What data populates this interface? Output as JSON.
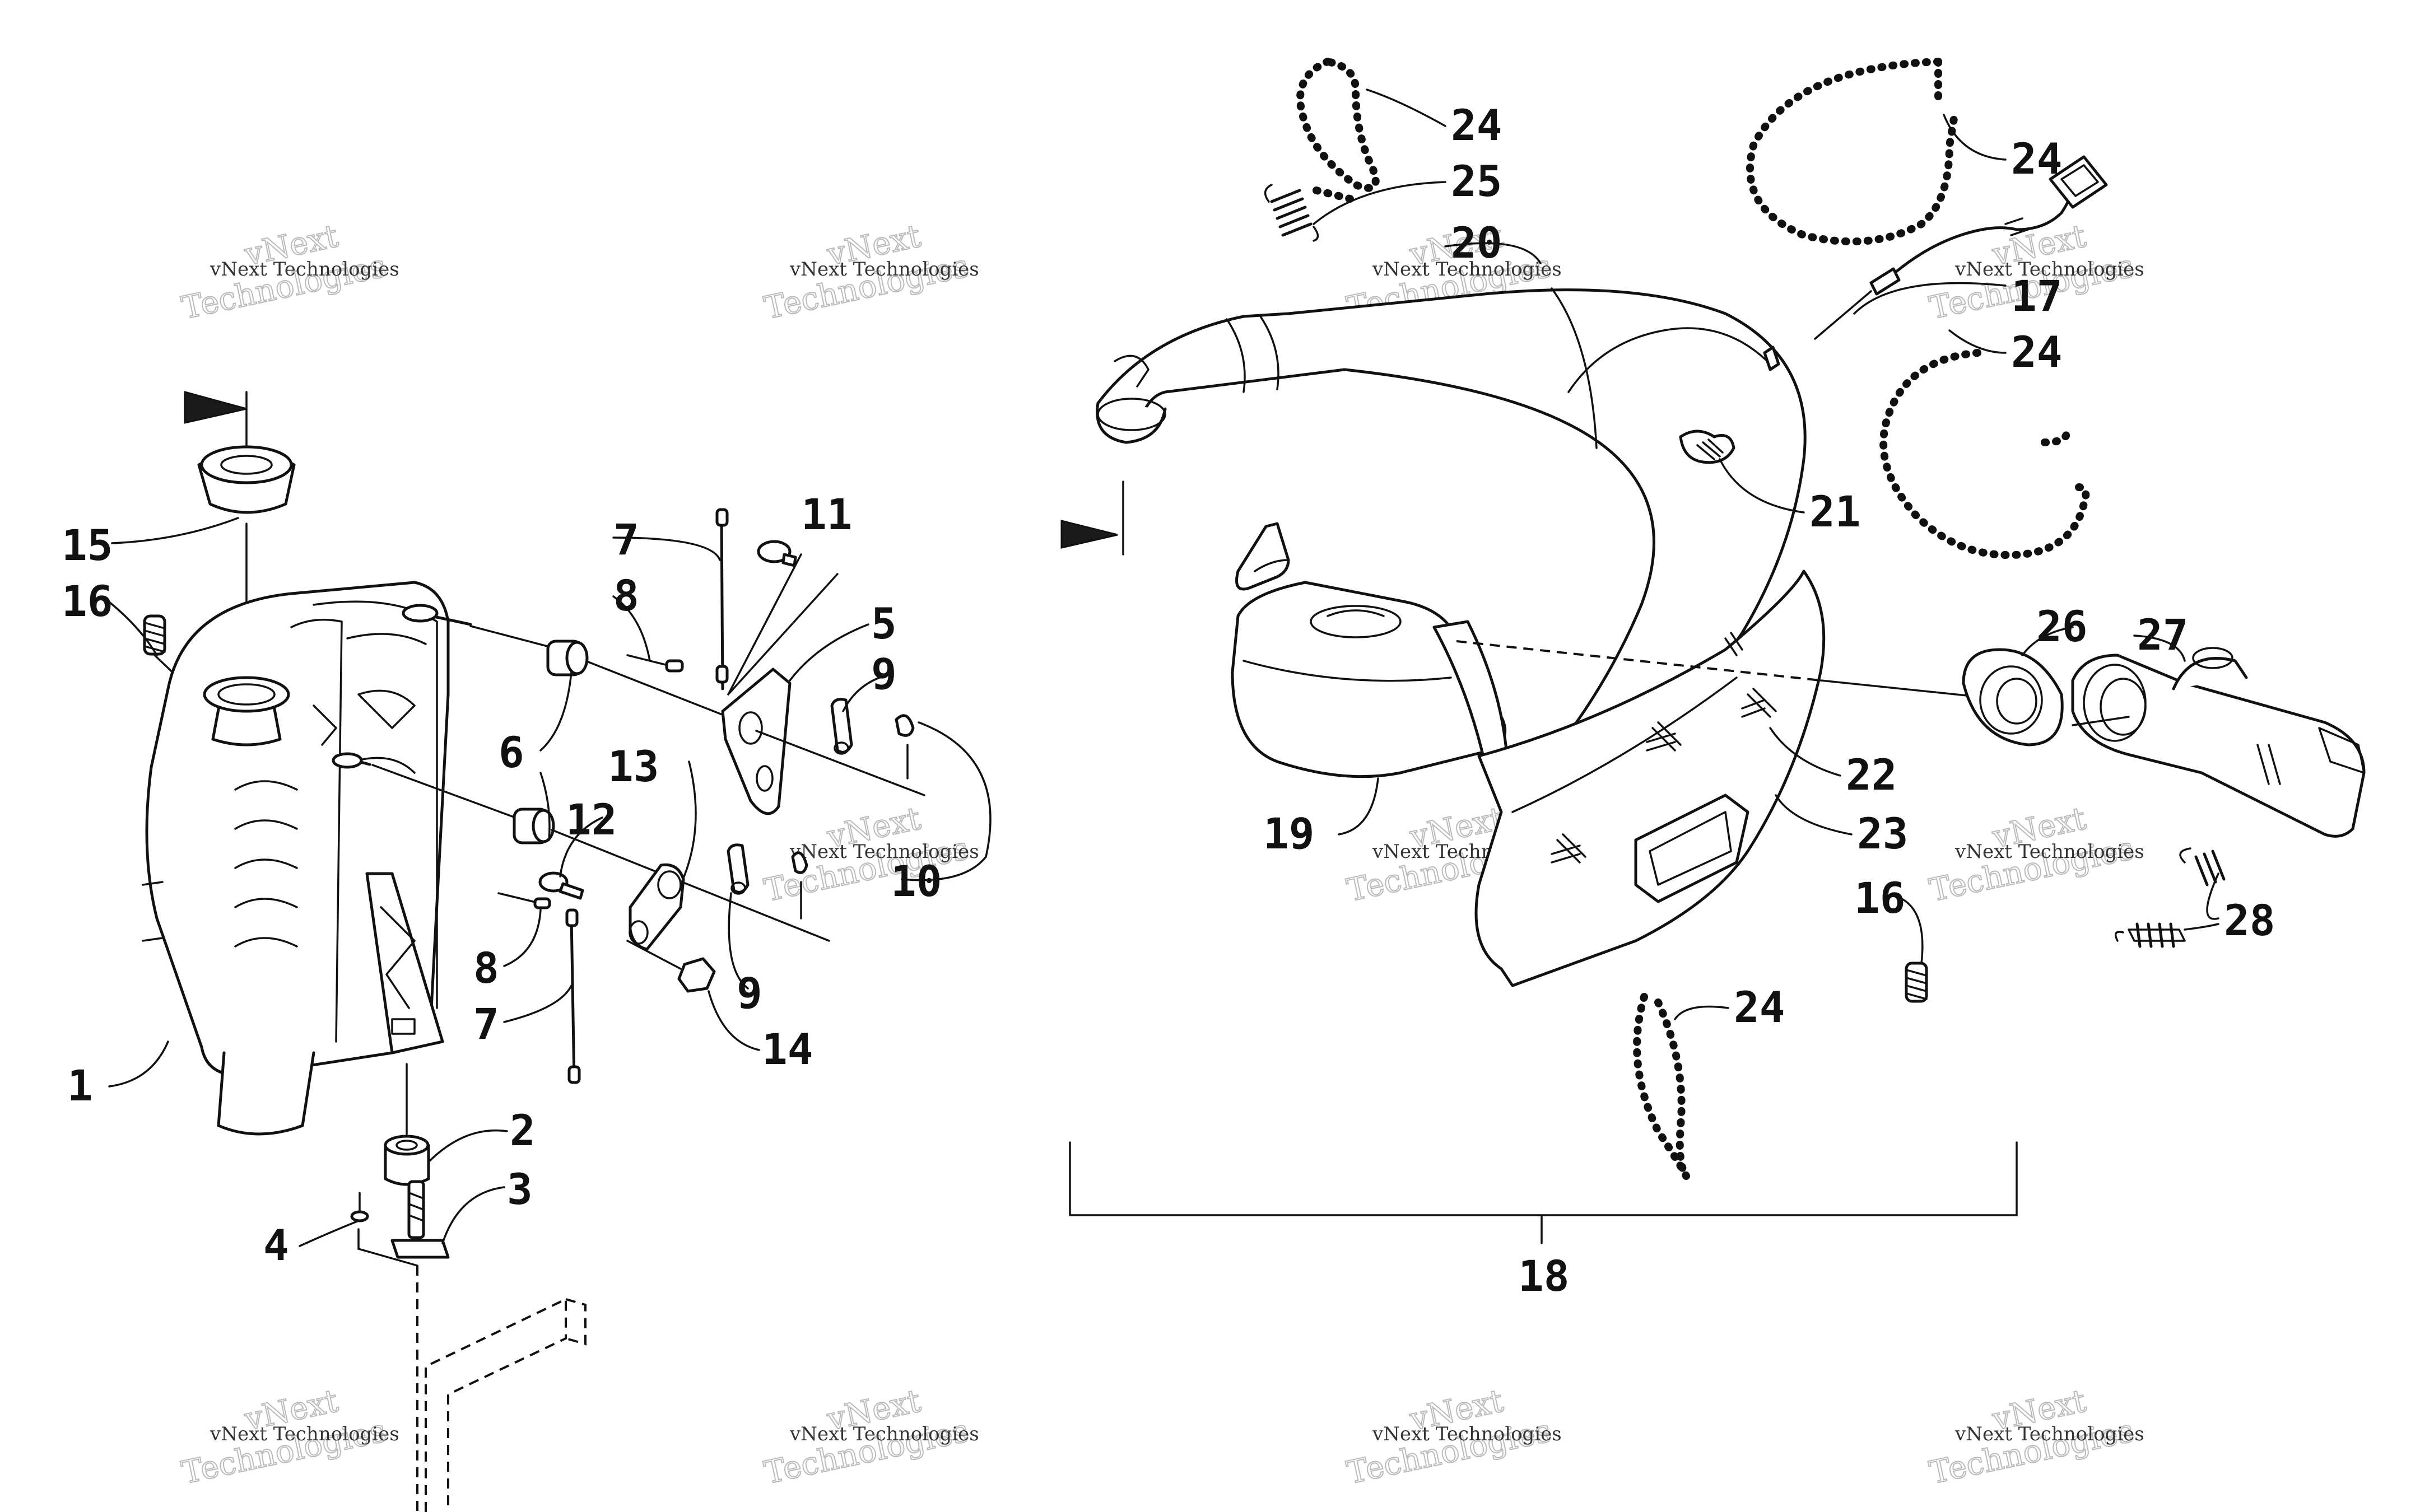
{
  "diagram": {
    "callouts": {
      "c1": "1",
      "c2": "2",
      "c3": "3",
      "c4": "4",
      "c5": "5",
      "c6": "6",
      "c7a": "7",
      "c7b": "7",
      "c8a": "8",
      "c8b": "8",
      "c9a": "9",
      "c9b": "9",
      "c10": "10",
      "c11": "11",
      "c12": "12",
      "c13": "13",
      "c14": "14",
      "c15": "15",
      "c16a": "16",
      "c16b": "16",
      "c17": "17",
      "c18": "18",
      "c19": "19",
      "c20": "20",
      "c21": "21",
      "c22": "22",
      "c23": "23",
      "c24a": "24",
      "c24b": "24",
      "c24c": "24",
      "c24d": "24",
      "c25": "25",
      "c26": "26",
      "c27": "27",
      "c28": "28"
    },
    "watermark": {
      "line1": "vNext Technologies",
      "big_top": "vNext",
      "big_bottom": "Technologies"
    }
  }
}
